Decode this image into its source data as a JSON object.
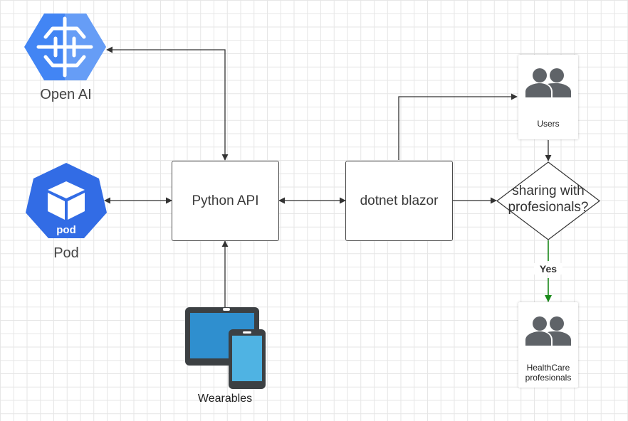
{
  "nodes": {
    "openai": {
      "label": "Open AI"
    },
    "pod": {
      "label": "Pod",
      "badge": "pod"
    },
    "python_api": {
      "label": "Python API"
    },
    "dotnet_blazor": {
      "label": "dotnet blazor"
    },
    "users": {
      "label": "Users"
    },
    "decision": {
      "label": "sharing with profesionals?"
    },
    "healthcare": {
      "label": "HealthCare profesionals"
    },
    "wearables": {
      "label": "Wearables"
    }
  },
  "edges": {
    "yes_label": "Yes"
  },
  "colors": {
    "openai_blue": "#4285f4",
    "openai_light": "#8ab4f8",
    "pod_blue": "#326ce5",
    "yes_green": "#1a8a1a",
    "connector": "#333333",
    "people_gray": "#5f6368"
  },
  "icons": {
    "openai": "brain-circuit-icon",
    "pod": "kubernetes-pod-icon",
    "users": "people-icon",
    "healthcare": "people-icon",
    "wearables": "tablet-phone-icon"
  }
}
